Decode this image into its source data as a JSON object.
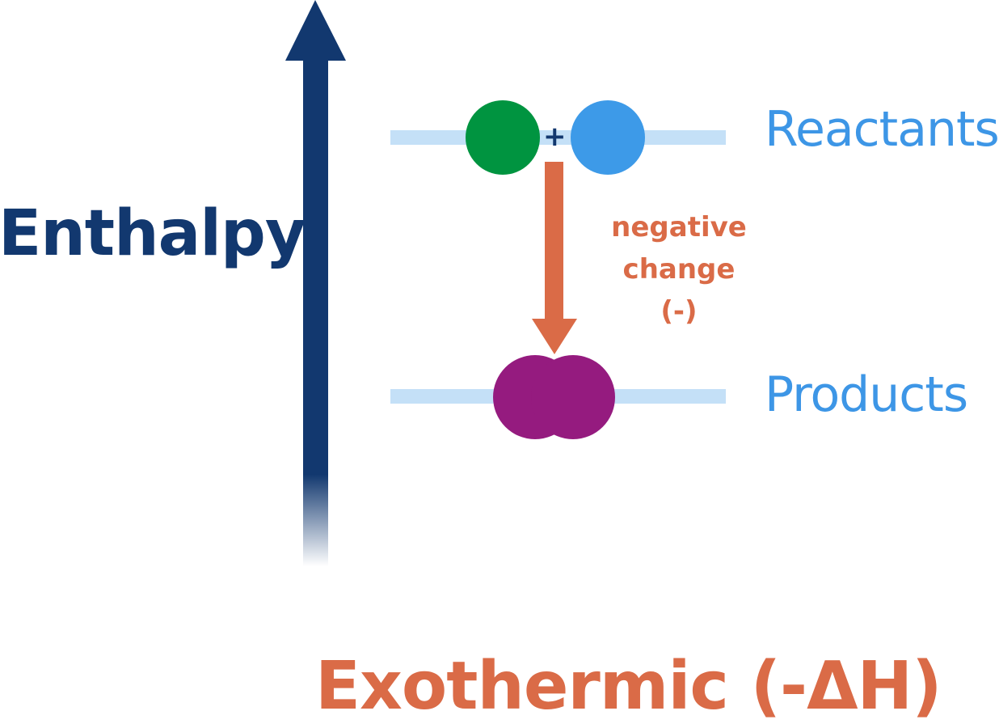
{
  "diagram": {
    "axis_label": "Enthalpy",
    "reactants_label": "Reactants",
    "products_label": "Products",
    "change_label": [
      "negative",
      "change",
      "(-)"
    ],
    "plus_symbol": "+",
    "title": "Exothermic (-ΔH)"
  },
  "colors": {
    "axis_arrow": "#12386f",
    "level_line": "#c4e0f7",
    "reactant_a": "#009440",
    "reactant_b": "#3d9ae8",
    "product": "#951b7f",
    "change_arrow": "#da6b47",
    "labels": "#3d96e6"
  },
  "icons": {
    "axis": "up-arrow-icon",
    "change": "down-arrow-icon"
  }
}
